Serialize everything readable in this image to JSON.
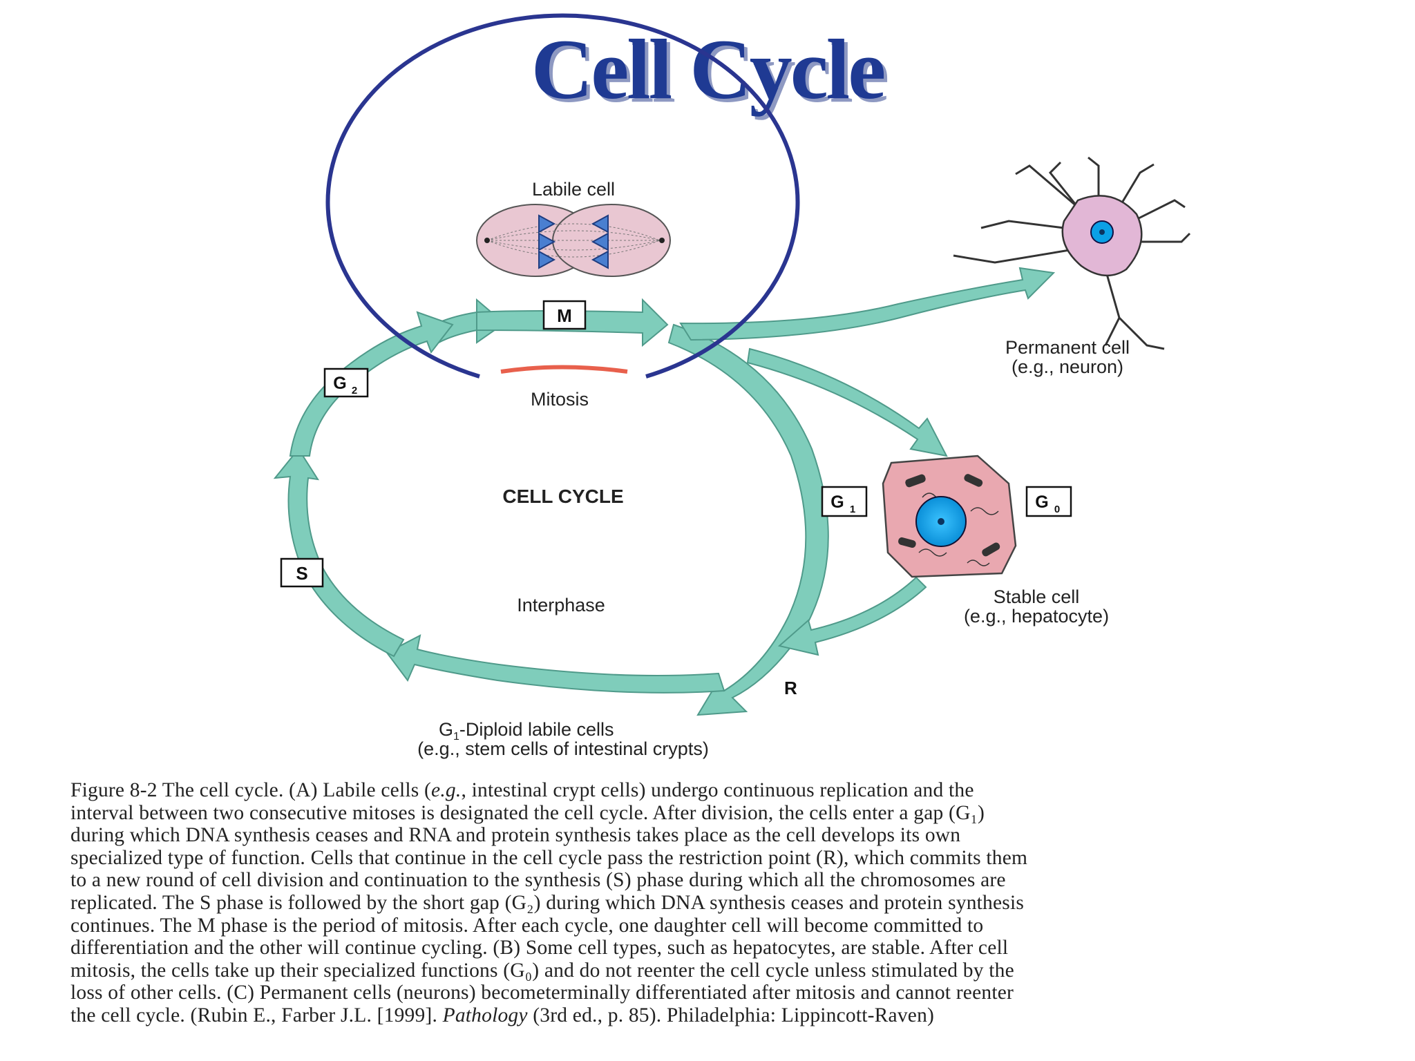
{
  "slide": {
    "title": "Cell Cycle"
  },
  "diagram": {
    "labile_cell_label": "Labile cell",
    "phases": {
      "m": "M",
      "g2": "G",
      "g2_sub": "2",
      "s": "S",
      "g1": "G",
      "g1_sub": "1",
      "g0": "G",
      "g0_sub": "0",
      "r": "R"
    },
    "ring": {
      "top_label": "Mitosis",
      "center_label": "CELL CYCLE",
      "bottom_label": "Interphase"
    },
    "permanent_cell": {
      "line1": "Permanent cell",
      "line2": "(e.g., neuron)"
    },
    "stable_cell": {
      "line1": "Stable cell",
      "line2": "(e.g., hepatocyte)"
    },
    "diploid": {
      "line1_prefix": "G",
      "line1_sub": "1",
      "line1_rest": "-Diploid labile cells",
      "line2": "(e.g., stem cells of intestinal crypts)"
    },
    "colors": {
      "arrow": "#7fcdbb",
      "arrow_stroke": "#4f9a8a",
      "interphase": "#2a3590",
      "mitosis": "#e8604c",
      "cell_pink": "#e9b8c4",
      "nucleus": "#0aa0e6"
    }
  },
  "caption": {
    "lines": [
      "Figure 8-2 The cell cycle. (A) Labile cells (",
      "e.g.",
      ", intestinal crypt cells) undergo continuous replication and the",
      "interval between two consecutive mitoses is designated the cell cycle. After division, the cells enter a gap (G₁)",
      "during which DNA synthesis ceases and RNA and protein synthesis takes place as the cell develops its own",
      "specialized type of function. Cells that continue in the cell cycle pass the restriction point (R), which commits them",
      "to a new round of cell division and continuation to the synthesis (S) phase during which all the chromosomes are",
      "replicated. The S phase is followed by the short gap (G₂) during which DNA synthesis ceases and protein synthesis",
      "continues. The M phase is the period of mitosis. After each cycle, one daughter cell will become committed to",
      "differentiation and the other will continue cycling. (B) Some cell types, such as hepatocytes, are stable. After cell",
      "mitosis, the cells take up their specialized functions (G₀) and do not reenter the cell cycle unless stimulated by the",
      "loss of other cells. (C) Permanent cells (neurons) becometerminally differentiated after mitosis and cannot reenter",
      "the cell cycle. (Rubin E., Farber J.L. [1999]. ",
      "Pathology",
      " (3rd ed., p. 85). Philadelphia: Lippincott-Raven)"
    ]
  }
}
